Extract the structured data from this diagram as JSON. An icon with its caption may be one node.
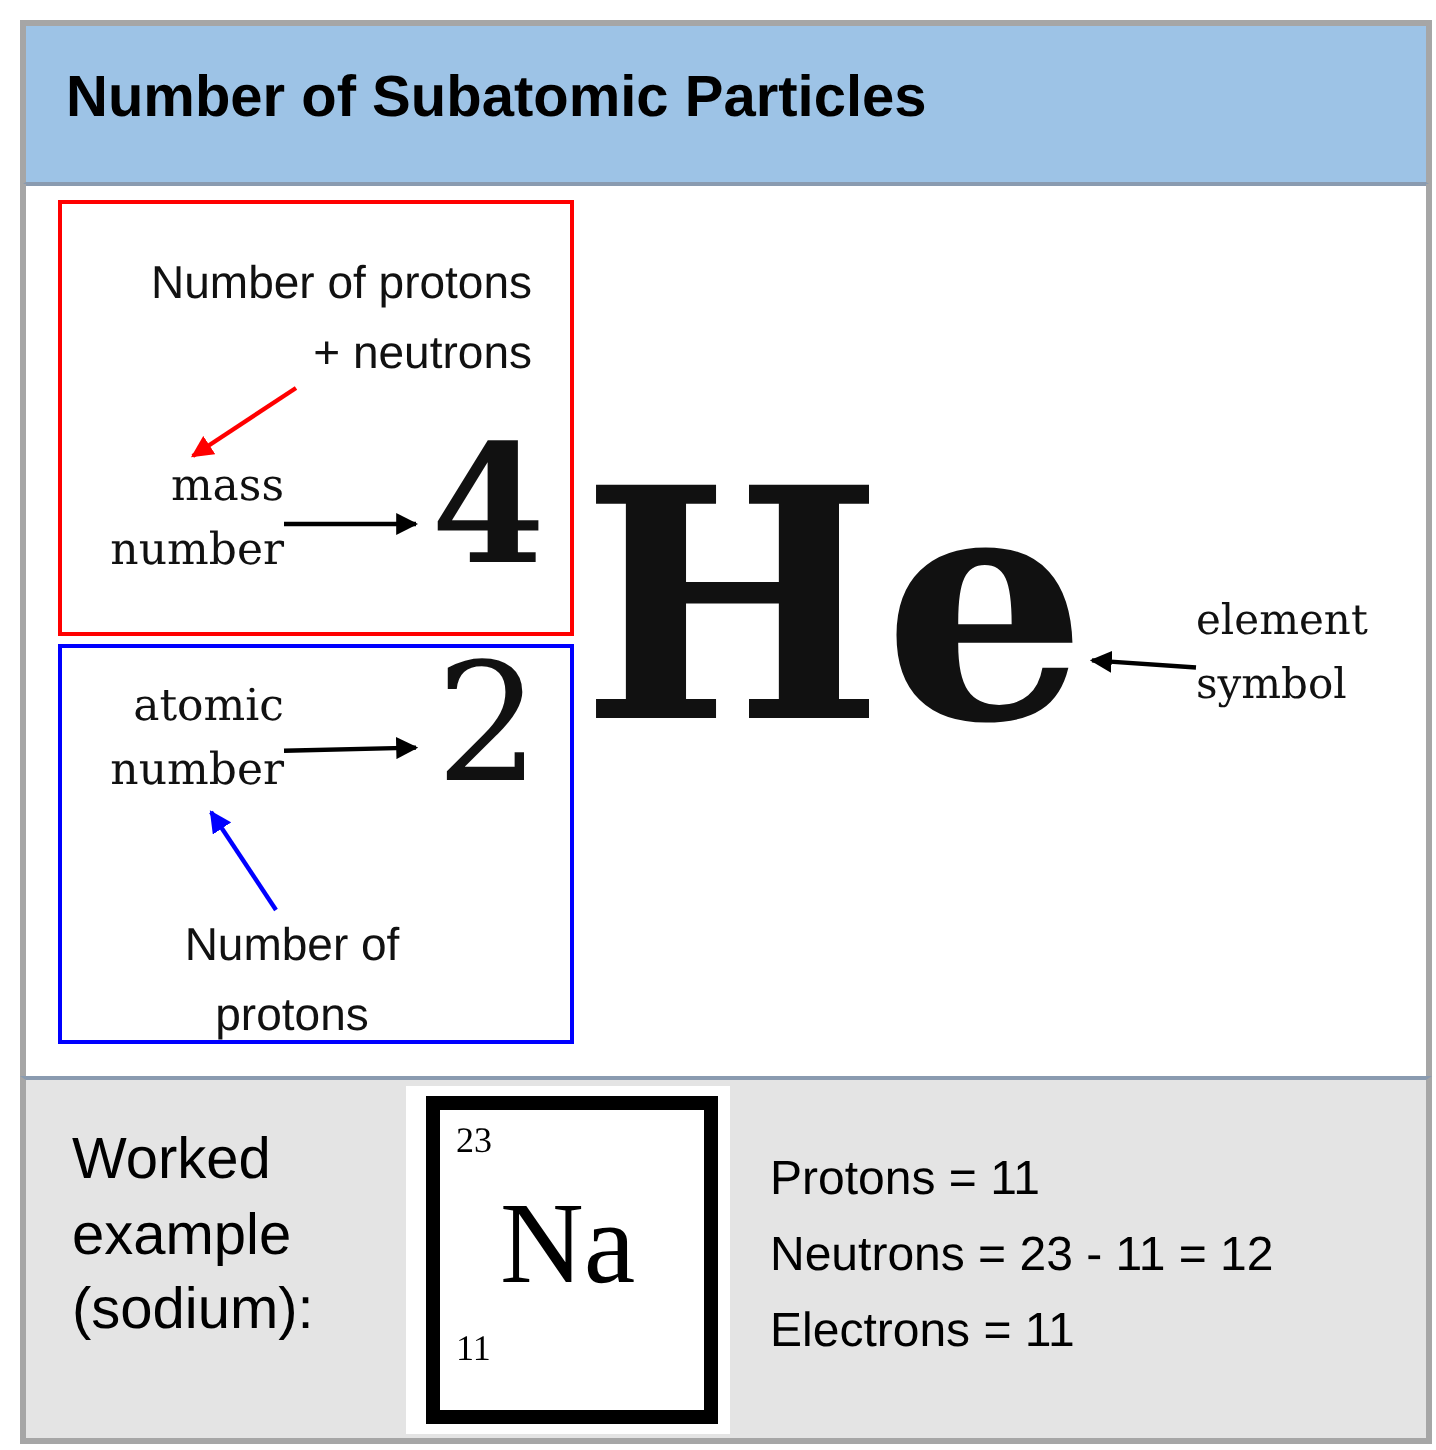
{
  "diagram": {
    "title": "Number of Subatomic Particles",
    "nodes": [
      {
        "text": [],
        "shape": "box"
      },
      {
        "text": [
          "Number of protons + neutrons"
        ],
        "in": 0
      },
      {
        "text": [
          "mass number"
        ],
        "in": 0
      },
      {
        "text": [
          "4"
        ],
        "in": 0
      },
      {
        "text": [],
        "shape": "box"
      },
      {
        "text": [
          "atomic number"
        ],
        "in": 4
      },
      {
        "text": [
          "2"
        ],
        "in": 4
      },
      {
        "text": [
          "Number of protons"
        ],
        "in": 4
      },
      {
        "text": [
          "He"
        ]
      },
      {
        "text": [
          "element symbol"
        ]
      },
      {
        "text": [
          "23",
          "Na",
          "11"
        ]
      }
    ],
    "edges": [
      {
        "from": 1,
        "to": 2,
        "arrow": "to",
        "color": "#ff0000"
      },
      {
        "from": 2,
        "to": 3,
        "arrow": "to"
      },
      {
        "from": 5,
        "to": 6,
        "arrow": "to"
      },
      {
        "from": 7,
        "to": 5,
        "arrow": "to",
        "color": "#0000ff"
      },
      {
        "from": 9,
        "to": 8,
        "arrow": "to"
      }
    ],
    "labels": [
      "Worked example (sodium):",
      "Protons = 11",
      "Neutrons = 23 - 11 = 12",
      "Electrons = 11"
    ]
  }
}
